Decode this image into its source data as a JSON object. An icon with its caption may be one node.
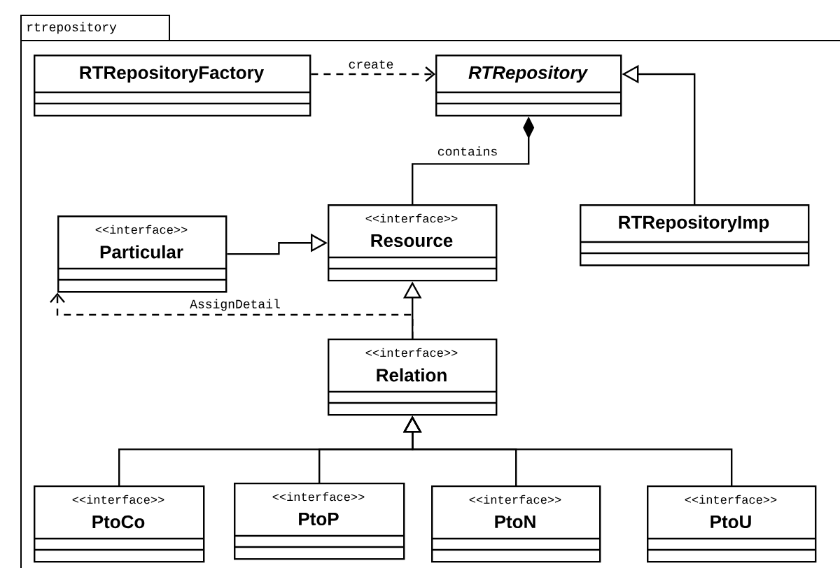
{
  "diagram": {
    "nodes": [
      {
        "text": [
          "rtrepository"
        ]
      },
      {
        "text": [
          "RTRepositoryFactory"
        ],
        "in": 0
      },
      {
        "text": [
          "RTRepository"
        ],
        "in": 0
      },
      {
        "text": [
          "<<interface>>",
          "Resource"
        ],
        "in": 0
      },
      {
        "text": [
          "RTRepositoryImp"
        ],
        "in": 0
      },
      {
        "text": [
          "<<interface>>",
          "Particular"
        ],
        "in": 0
      },
      {
        "text": [
          "<<interface>>",
          "Relation"
        ],
        "in": 0
      },
      {
        "text": [
          "<<interface>>",
          "PtoCo"
        ],
        "in": 0
      },
      {
        "text": [
          "<<interface>>",
          "PtoP"
        ],
        "in": 0
      },
      {
        "text": [
          "<<interface>>",
          "PtoN"
        ],
        "in": 0
      },
      {
        "text": [
          "<<interface>>",
          "PtoU"
        ],
        "in": 0
      }
    ],
    "edges": [
      {
        "from": 1,
        "to": 2,
        "arrow": "to",
        "label": "create",
        "style": "dashed"
      },
      {
        "from": 3,
        "to": 2,
        "arrow": "other",
        "label": "contains"
      },
      {
        "from": 4,
        "to": 2,
        "arrow": "to"
      },
      {
        "from": 5,
        "to": 3,
        "arrow": "to"
      },
      {
        "from": 6,
        "to": 5,
        "arrow": "to",
        "label": "AssignDetail",
        "style": "dashed"
      },
      {
        "from": 6,
        "to": 3,
        "arrow": "to"
      },
      {
        "from": 7,
        "to": 6,
        "arrow": "to"
      },
      {
        "from": 8,
        "to": 6,
        "arrow": "to"
      },
      {
        "from": 9,
        "to": 6,
        "arrow": "to"
      },
      {
        "from": 10,
        "to": 6,
        "arrow": "to"
      }
    ]
  }
}
